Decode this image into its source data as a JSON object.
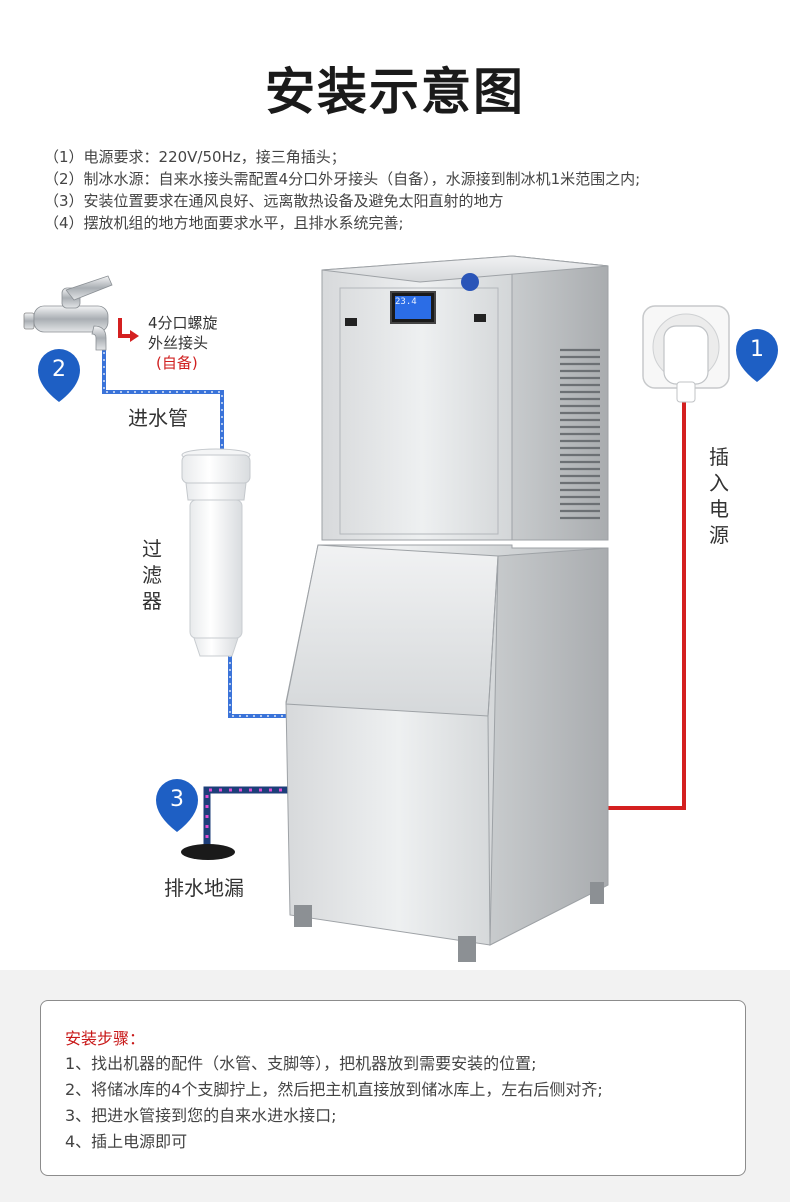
{
  "title": "安装示意图",
  "requirements": [
    "（1）电源要求：220V/50Hz，接三角插头；",
    "（2）制冰水源：自来水接头需配置4分口外牙接头（自备），水源接到制冰机1米范围之内;",
    "（3）安装位置要求在通风良好、远离散热设备及避免太阳直射的地方",
    "（4）摆放机组的地方地面要求水平，且排水系统完善;"
  ],
  "diagram": {
    "faucet_note_line1": "4分口螺旋",
    "faucet_note_line2": "外丝接头",
    "faucet_note_self": "(自备)",
    "inlet_pipe_label": "进水管",
    "filter_label": "过滤器",
    "drain_label": "排水地漏",
    "power_label": "插入电源",
    "marker_power": "1",
    "marker_water": "2",
    "marker_drain": "3",
    "display_text": "23.4"
  },
  "colors": {
    "water_pipe": "#3a73d9",
    "power_cable": "#d42020",
    "marker_blue": "#1e5fc4",
    "instruction_heading": "#c81818"
  },
  "steps": {
    "heading": "安装步骤：",
    "items": [
      "1、找出机器的配件（水管、支脚等），把机器放到需要安装的位置;",
      "2、将储冰库的4个支脚拧上，然后把主机直接放到储冰库上，左右后侧对齐;",
      "3、把进水管接到您的自来水进水接口;",
      "4、插上电源即可"
    ]
  }
}
